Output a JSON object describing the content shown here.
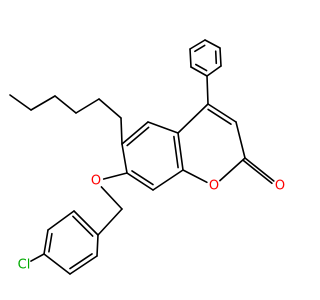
{
  "molecule": {
    "atoms": [
      {
        "id": "ph1",
        "element": "C"
      },
      {
        "id": "ph2",
        "element": "C"
      },
      {
        "id": "ph3",
        "element": "C"
      },
      {
        "id": "ph4",
        "element": "C"
      },
      {
        "id": "ph5",
        "element": "C"
      },
      {
        "id": "ph6",
        "element": "C"
      },
      {
        "id": "c4",
        "element": "C"
      },
      {
        "id": "c3",
        "element": "C"
      },
      {
        "id": "c2",
        "element": "C"
      },
      {
        "id": "o_carbonyl",
        "element": "O",
        "label": "O"
      },
      {
        "id": "o_ring",
        "element": "O",
        "label": "O"
      },
      {
        "id": "c8a",
        "element": "C"
      },
      {
        "id": "c4a",
        "element": "C"
      },
      {
        "id": "c5",
        "element": "C"
      },
      {
        "id": "c6",
        "element": "C"
      },
      {
        "id": "c7",
        "element": "C"
      },
      {
        "id": "c8",
        "element": "C"
      },
      {
        "id": "hx1",
        "element": "C"
      },
      {
        "id": "hx2",
        "element": "C"
      },
      {
        "id": "hx3",
        "element": "C"
      },
      {
        "id": "hx4",
        "element": "C"
      },
      {
        "id": "hx5",
        "element": "C"
      },
      {
        "id": "hx6",
        "element": "C"
      },
      {
        "id": "o_ether",
        "element": "O",
        "label": "O"
      },
      {
        "id": "ch2",
        "element": "C"
      },
      {
        "id": "ar1",
        "element": "C"
      },
      {
        "id": "ar2",
        "element": "C"
      },
      {
        "id": "ar3",
        "element": "C"
      },
      {
        "id": "ar4",
        "element": "C"
      },
      {
        "id": "ar5",
        "element": "C"
      },
      {
        "id": "ar6",
        "element": "C"
      },
      {
        "id": "cl",
        "element": "Cl",
        "label": "Cl"
      }
    ],
    "bonds": [
      {
        "a": "ph1",
        "b": "ph2",
        "order": 1
      },
      {
        "a": "ph2",
        "b": "ph3",
        "order": 2
      },
      {
        "a": "ph3",
        "b": "ph4",
        "order": 1
      },
      {
        "a": "ph4",
        "b": "ph5",
        "order": 2
      },
      {
        "a": "ph5",
        "b": "ph6",
        "order": 1
      },
      {
        "a": "ph6",
        "b": "ph1",
        "order": 2
      },
      {
        "a": "ph4",
        "b": "c4",
        "order": 1
      },
      {
        "a": "c4",
        "b": "c3",
        "order": 2
      },
      {
        "a": "c3",
        "b": "c2",
        "order": 1
      },
      {
        "a": "c2",
        "b": "o_carbonyl",
        "order": 2
      },
      {
        "a": "c2",
        "b": "o_ring",
        "order": 1
      },
      {
        "a": "o_ring",
        "b": "c8a",
        "order": 1
      },
      {
        "a": "c8a",
        "b": "c4a",
        "order": 2
      },
      {
        "a": "c4a",
        "b": "c4",
        "order": 1
      },
      {
        "a": "c4a",
        "b": "c5",
        "order": 1
      },
      {
        "a": "c5",
        "b": "c6",
        "order": 2
      },
      {
        "a": "c6",
        "b": "c7",
        "order": 1
      },
      {
        "a": "c7",
        "b": "c8",
        "order": 2
      },
      {
        "a": "c8",
        "b": "c8a",
        "order": 1
      },
      {
        "a": "c6",
        "b": "hx1",
        "order": 1
      },
      {
        "a": "hx1",
        "b": "hx2",
        "order": 1
      },
      {
        "a": "hx2",
        "b": "hx3",
        "order": 1
      },
      {
        "a": "hx3",
        "b": "hx4",
        "order": 1
      },
      {
        "a": "hx4",
        "b": "hx5",
        "order": 1
      },
      {
        "a": "hx5",
        "b": "hx6",
        "order": 1
      },
      {
        "a": "c7",
        "b": "o_ether",
        "order": 1
      },
      {
        "a": "o_ether",
        "b": "ch2",
        "order": 1
      },
      {
        "a": "ch2",
        "b": "ar1",
        "order": 1
      },
      {
        "a": "ar1",
        "b": "ar2",
        "order": 2
      },
      {
        "a": "ar2",
        "b": "ar3",
        "order": 1
      },
      {
        "a": "ar3",
        "b": "ar4",
        "order": 2
      },
      {
        "a": "ar4",
        "b": "ar5",
        "order": 1
      },
      {
        "a": "ar5",
        "b": "ar6",
        "order": 2
      },
      {
        "a": "ar6",
        "b": "ar1",
        "order": 1
      },
      {
        "a": "ar4",
        "b": "cl",
        "order": 1
      }
    ],
    "colors": {
      "bond": "#000000",
      "oxygen": "#ff0000",
      "chlorine": "#00aa00",
      "background": "#ffffff"
    }
  }
}
